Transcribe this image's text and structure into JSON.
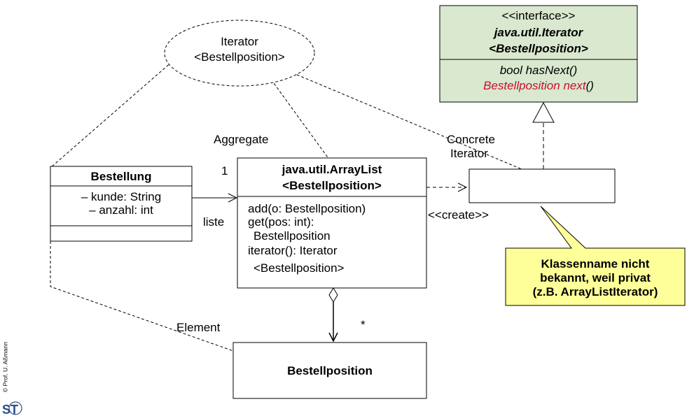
{
  "interface": {
    "stereotype": "<<interface>>",
    "name_line1": "java.util.Iterator",
    "name_line2": "<Bestellposition>",
    "op1": "bool hasNext()",
    "op2_type": "Bestellposition",
    "op2_name": "next",
    "op2_parens": "()",
    "fill": "#d9e8cf"
  },
  "iterator_role": {
    "line1": "Iterator",
    "line2": "<Bestellposition>"
  },
  "labels": {
    "aggregate": "Aggregate",
    "concrete_line1": "Concrete",
    "concrete_line2": "Iterator",
    "create": "<<create>>",
    "element": "Element",
    "multiplicity_one": "1",
    "multiplicity_many": "*",
    "liste": "liste"
  },
  "bestellung": {
    "name": "Bestellung",
    "attr1": "– kunde: String",
    "attr2": "– anzahl: int"
  },
  "arraylist": {
    "name_line1": "java.util.ArrayList",
    "name_line2": "<Bestellposition>",
    "op1": "add(o: Bestellposition)",
    "op2_line1": "get(pos: int):",
    "op2_line2": "Bestellposition",
    "op3_line1": "iterator(): Iterator",
    "op3_line2": "<Bestellposition>"
  },
  "bestellposition": {
    "name": "Bestellposition"
  },
  "callout": {
    "line1": "Klassenname nicht",
    "line2": "bekannt, weil privat",
    "line3": "(z.B. ArrayListIterator)",
    "fill": "#ffff99"
  },
  "footer": {
    "copyright": "© Prof. U. Aßmann",
    "logo_text": "ST"
  }
}
